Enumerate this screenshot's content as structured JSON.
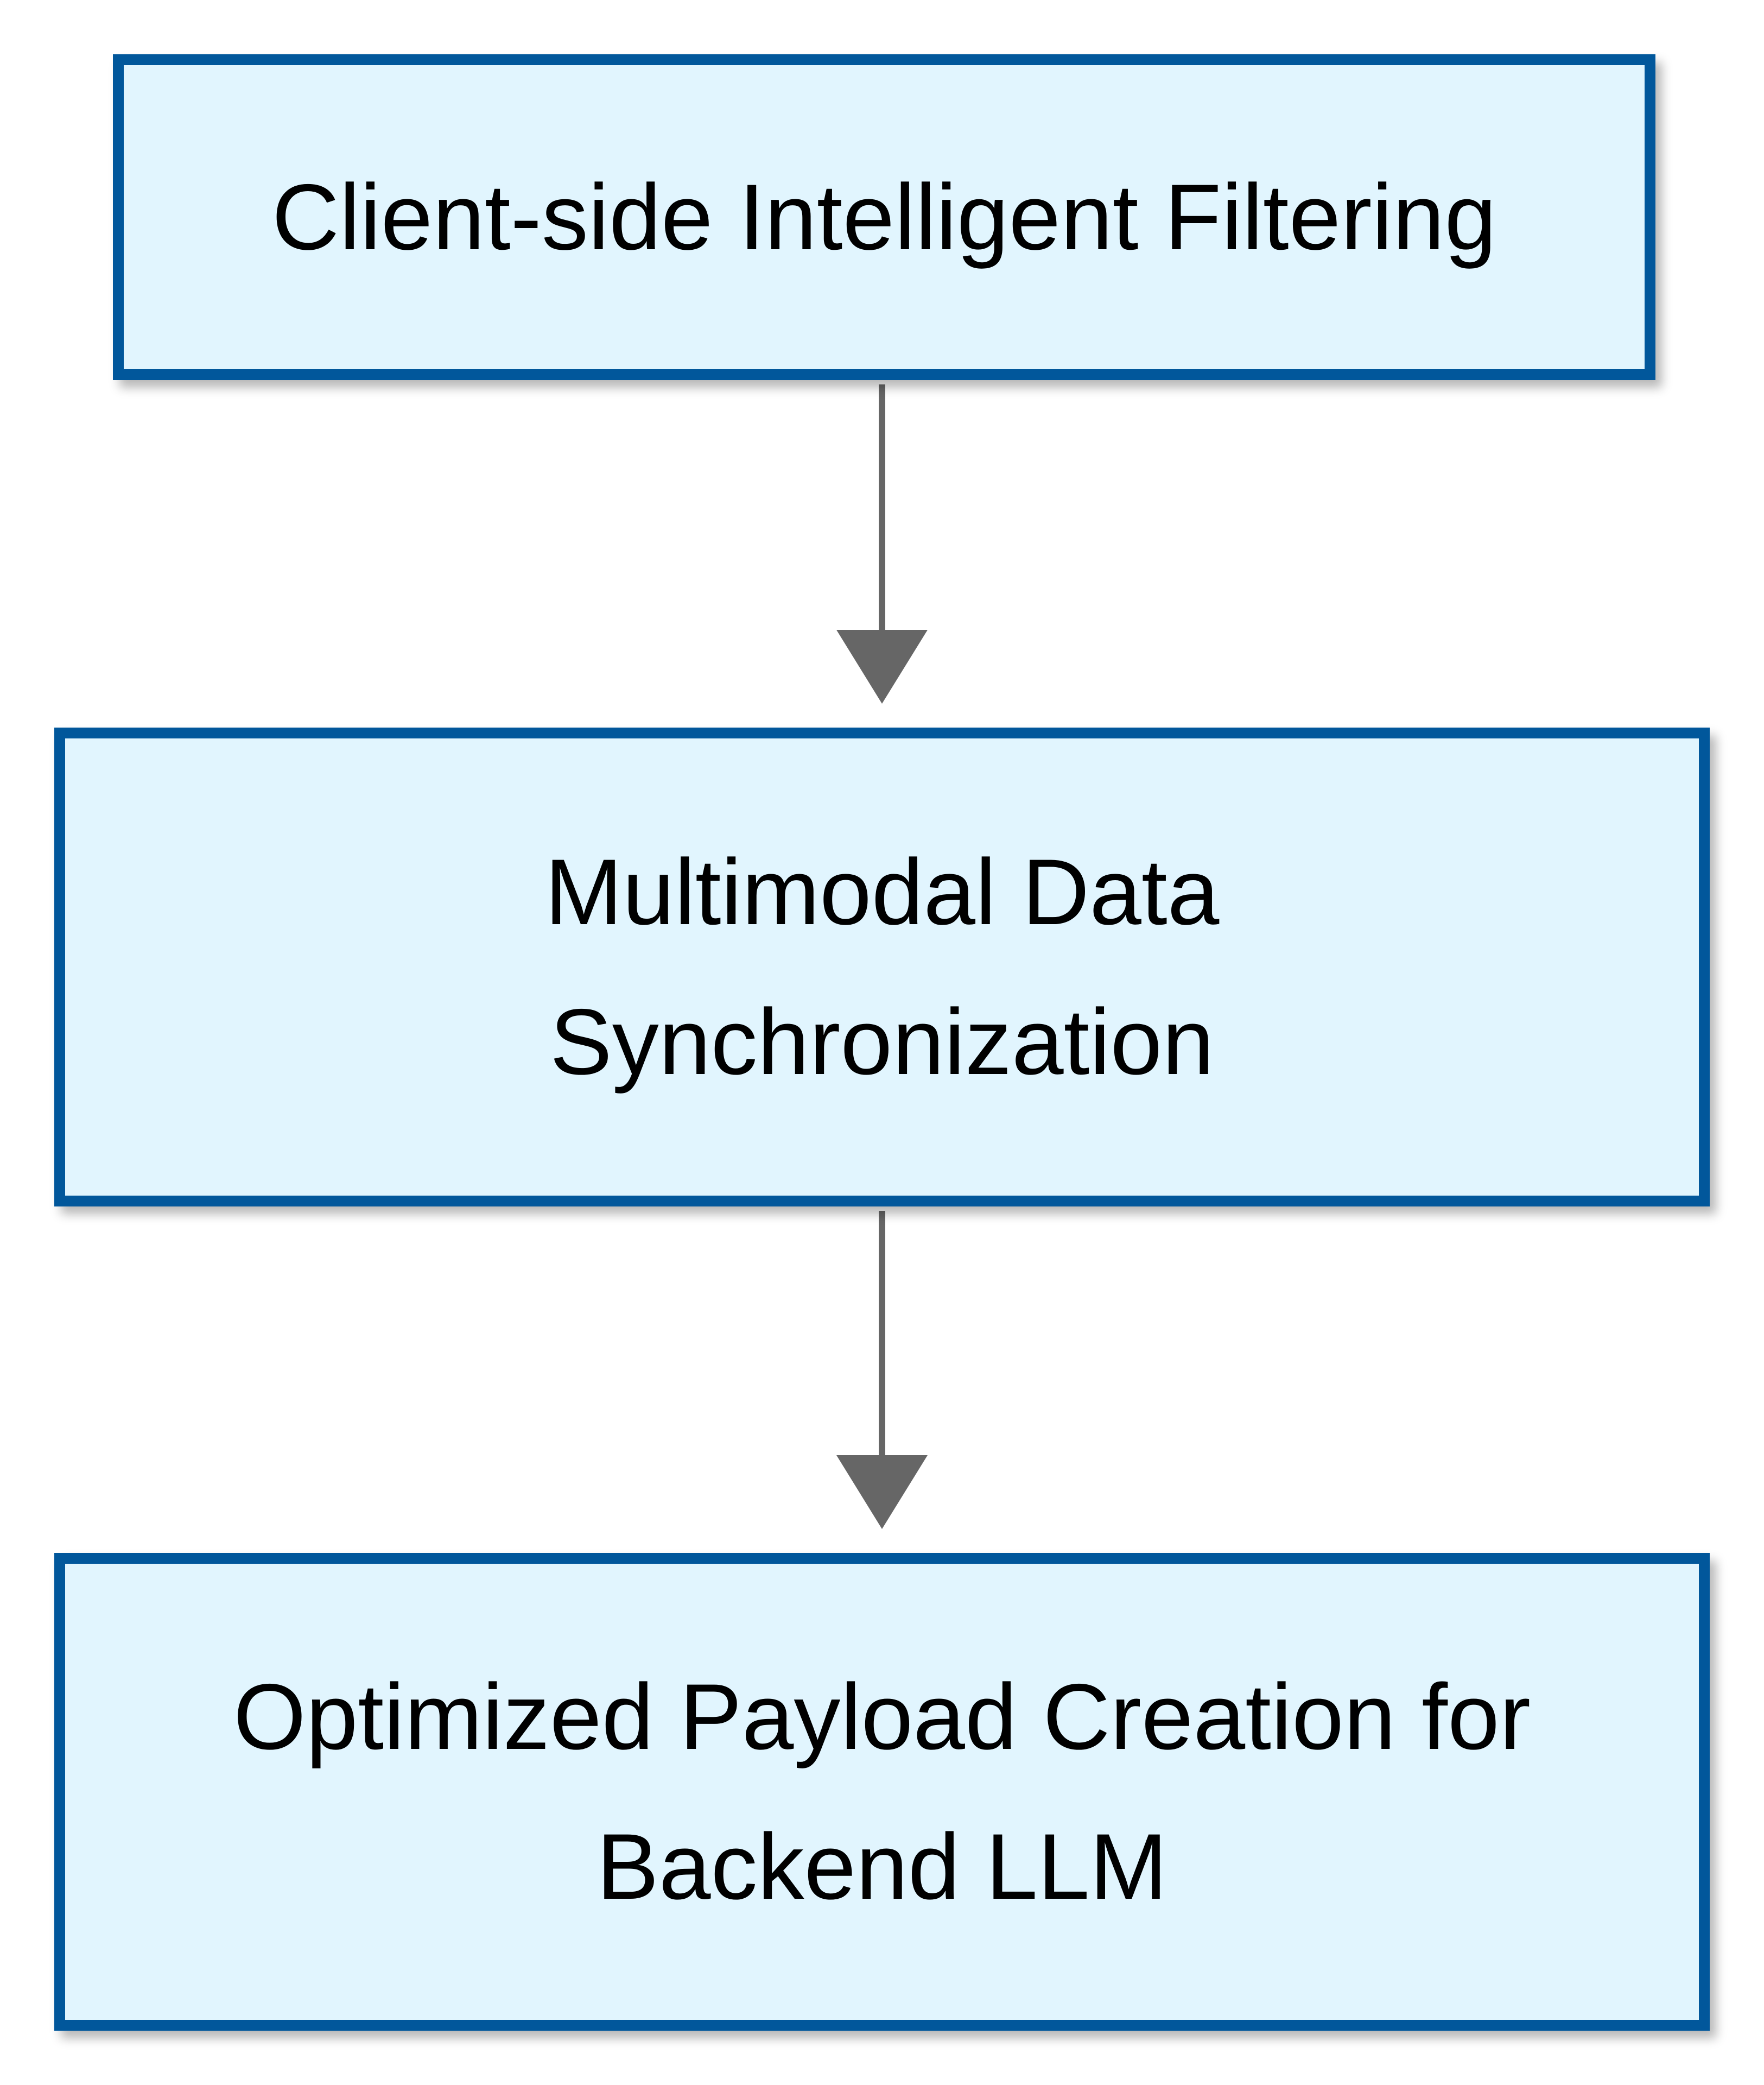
{
  "diagram": {
    "type": "flowchart",
    "direction": "top-to-bottom",
    "colors": {
      "node_fill": "#e1f5fe",
      "node_border": "#01579b",
      "edge": "#666666",
      "background": "#ffffff"
    },
    "nodes": [
      {
        "id": "n1",
        "label": "Client-side Intelligent Filtering"
      },
      {
        "id": "n2",
        "label": "Multimodal Data Synchronization"
      },
      {
        "id": "n3",
        "label": "Optimized Payload Creation for Backend LLM"
      }
    ],
    "edges": [
      {
        "from": "n1",
        "to": "n2"
      },
      {
        "from": "n2",
        "to": "n3"
      }
    ]
  }
}
